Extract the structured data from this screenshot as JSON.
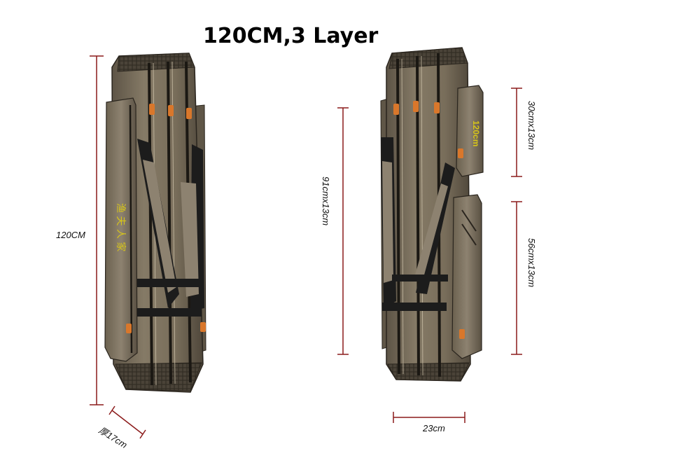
{
  "title": "120CM,3 Layer",
  "dimensions": {
    "total_length": "120CM",
    "thickness": "厚17cm",
    "width": "23cm",
    "inner_length": "91cmx13cm",
    "top_pocket": "30cmx13cm",
    "bottom_pocket": "56cmx13cm"
  },
  "bag": {
    "side_print": "渔 夫 人 家",
    "pocket_print": "120cm"
  },
  "colors": {
    "bag_body": "#7a6e5c",
    "bag_dark": "#3e372e",
    "strap": "#1c1c1c",
    "zipper_pull": "#d9772b",
    "dimension_line": "#8b1a1a",
    "print_yellow": "#d6c41a"
  }
}
